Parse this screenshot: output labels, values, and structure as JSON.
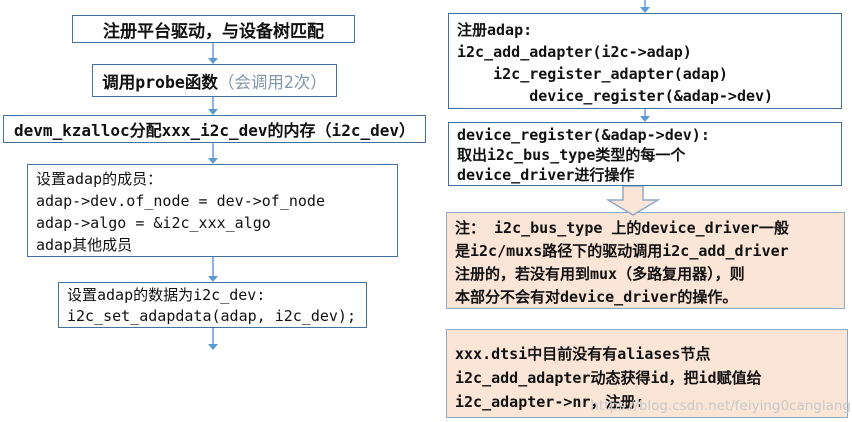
{
  "colors": {
    "box_border": "#41719c",
    "peach_fill": "#fbe5d6",
    "peach_border": "#8ea9c8",
    "arrow_line": "#8fb4e3",
    "arrow_head": "#5b9bd5",
    "muted_text": "#8097ad",
    "watermark": "#c9c9c9"
  },
  "flowchart": {
    "left": {
      "box1": {
        "text": "注册平台驱动，与设备树匹配"
      },
      "box2": {
        "main": "调用probe函数",
        "note": "（会调用2次）"
      },
      "box3": {
        "text": "devm_kzalloc分配xxx_i2c_dev的内存（i2c_dev）"
      },
      "box4": {
        "lines": [
          "设置adap的成员：",
          "adap->dev.of_node = dev->of_node",
          "adap->algo = &i2c_xxx_algo",
          "adap其他成员"
        ]
      },
      "box5": {
        "lines": [
          "设置adap的数据为i2c_dev:",
          "i2c_set_adapdata(adap, i2c_dev);"
        ]
      }
    },
    "right": {
      "box1": {
        "lines": [
          "注册adap:",
          "i2c_add_adapter(i2c->adap)",
          "    i2c_register_adapter(adap)",
          "        device_register(&adap->dev)"
        ]
      },
      "box2": {
        "lines": [
          "device_register(&adap->dev):",
          "取出i2c_bus_type类型的每一个",
          "device_driver进行操作"
        ]
      },
      "box3": {
        "lines": [
          "注： i2c_bus_type 上的device_driver一般",
          "是i2c/muxs路径下的驱动调用i2c_add_driver",
          "注册的，若没有用到mux（多路复用器），则",
          "本部分不会有对device_driver的操作。"
        ]
      },
      "box4": {
        "lines": [
          "xxx.dtsi中目前没有有aliases节点",
          "i2c_add_adapter动态获得id，把id赋值给",
          "i2c_adapter->nr，注册:"
        ]
      }
    }
  },
  "watermark": {
    "text": "https://blog.csdn.net/feiying0canglang"
  }
}
